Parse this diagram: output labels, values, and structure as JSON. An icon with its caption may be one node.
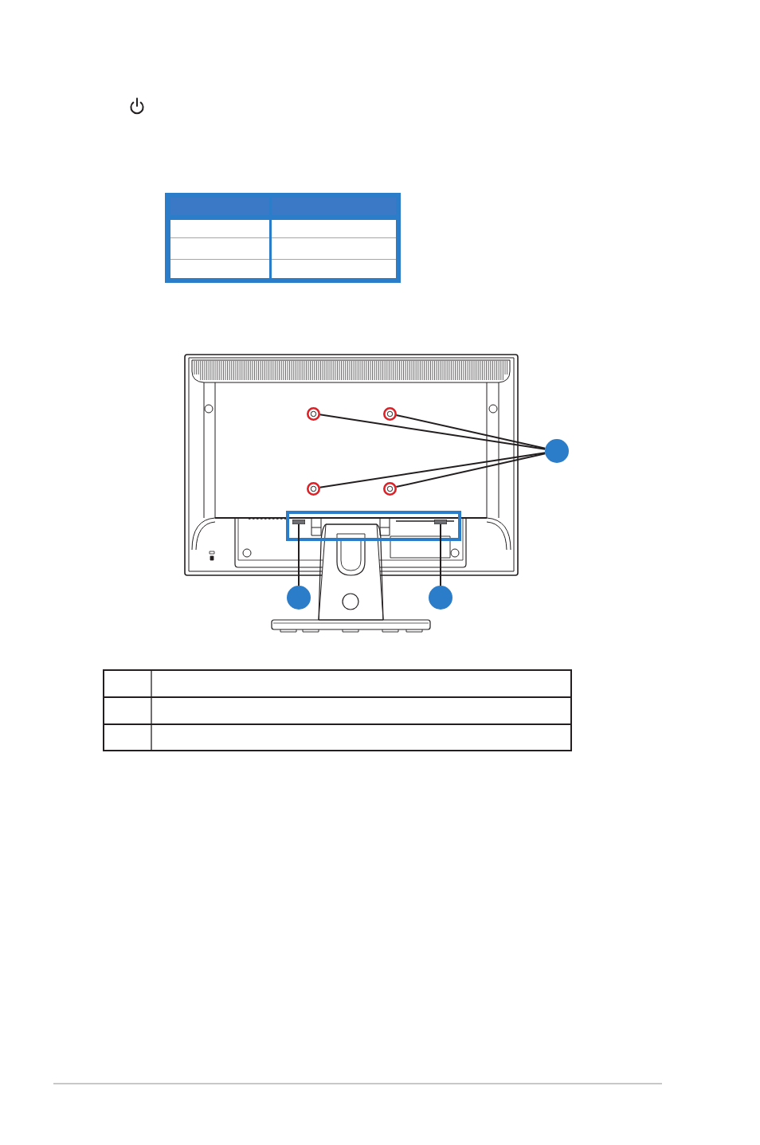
{
  "diagram": {
    "nodes": [
      {
        "text": [],
        "shape": "circle"
      },
      {
        "text": [],
        "shape": "circle"
      },
      {
        "text": [],
        "shape": "circle"
      },
      {
        "text": [],
        "shape": "circle"
      },
      {
        "text": [],
        "shape": "circle"
      },
      {
        "text": [],
        "shape": "box"
      },
      {
        "text": [],
        "shape": "box"
      },
      {
        "text": [],
        "shape": "circle"
      },
      {
        "text": [],
        "shape": "circle"
      }
    ],
    "edges": [
      {
        "from": 2,
        "to": 0,
        "arrow": "none"
      },
      {
        "from": 2,
        "to": 1,
        "arrow": "none"
      },
      {
        "from": 2,
        "to": 3,
        "arrow": "none"
      },
      {
        "from": 2,
        "to": 4,
        "arrow": "none"
      },
      {
        "from": 7,
        "to": 5,
        "arrow": "none"
      },
      {
        "from": 8,
        "to": 6,
        "arrow": "none"
      }
    ]
  }
}
